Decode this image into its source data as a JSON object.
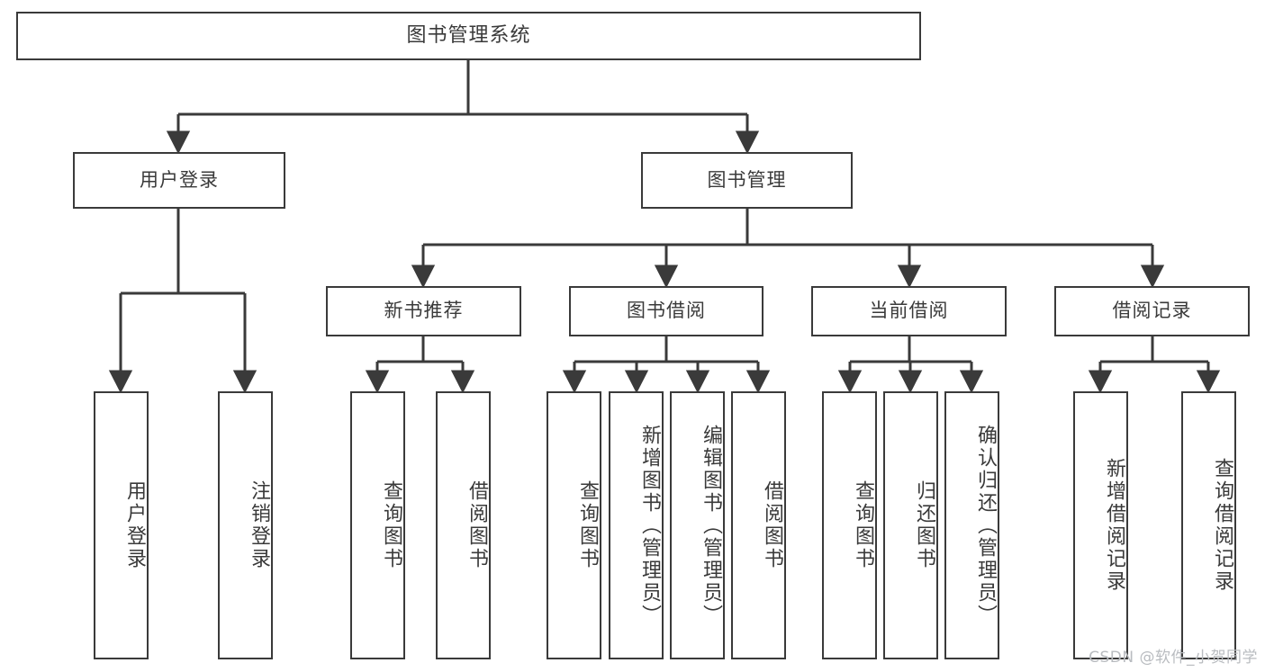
{
  "diagram": {
    "title": "图书管理系统",
    "type": "hierarchy-tree",
    "root": {
      "label": "图书管理系统"
    },
    "level2": [
      {
        "id": "user-login",
        "label": "用户登录"
      },
      {
        "id": "book-management",
        "label": "图书管理"
      }
    ],
    "level3": [
      {
        "id": "new-book-recommend",
        "label": "新书推荐"
      },
      {
        "id": "book-borrow",
        "label": "图书借阅"
      },
      {
        "id": "current-borrow",
        "label": "当前借阅"
      },
      {
        "id": "borrow-record",
        "label": "借阅记录"
      }
    ],
    "leaves": {
      "user_login": [
        {
          "id": "leaf-user-login",
          "label": "用户登录"
        },
        {
          "id": "leaf-logout",
          "label": "注销登录"
        }
      ],
      "new_book_recommend": [
        {
          "id": "leaf-query-book-1",
          "label": "查询图书"
        },
        {
          "id": "leaf-borrow-book-1",
          "label": "借阅图书"
        }
      ],
      "book_borrow": [
        {
          "id": "leaf-query-book-2",
          "label": "查询图书"
        },
        {
          "id": "leaf-add-book",
          "label": "新增图书（管理员）"
        },
        {
          "id": "leaf-edit-book",
          "label": "编辑图书（管理员）"
        },
        {
          "id": "leaf-borrow-book-2",
          "label": "借阅图书"
        }
      ],
      "current_borrow": [
        {
          "id": "leaf-query-book-3",
          "label": "查询图书"
        },
        {
          "id": "leaf-return-book",
          "label": "归还图书"
        },
        {
          "id": "leaf-confirm-return",
          "label": "确认归还（管理员）"
        }
      ],
      "borrow_record": [
        {
          "id": "leaf-add-record",
          "label": "新增借阅记录"
        },
        {
          "id": "leaf-query-record",
          "label": "查询借阅记录"
        }
      ]
    }
  },
  "watermark": {
    "text": "CSDN @软件_小贺同学"
  },
  "colors": {
    "stroke": "#3a3a3a",
    "fill": "#ffffff",
    "text": "#3a3a3a",
    "watermark": "#b9bcc0"
  }
}
